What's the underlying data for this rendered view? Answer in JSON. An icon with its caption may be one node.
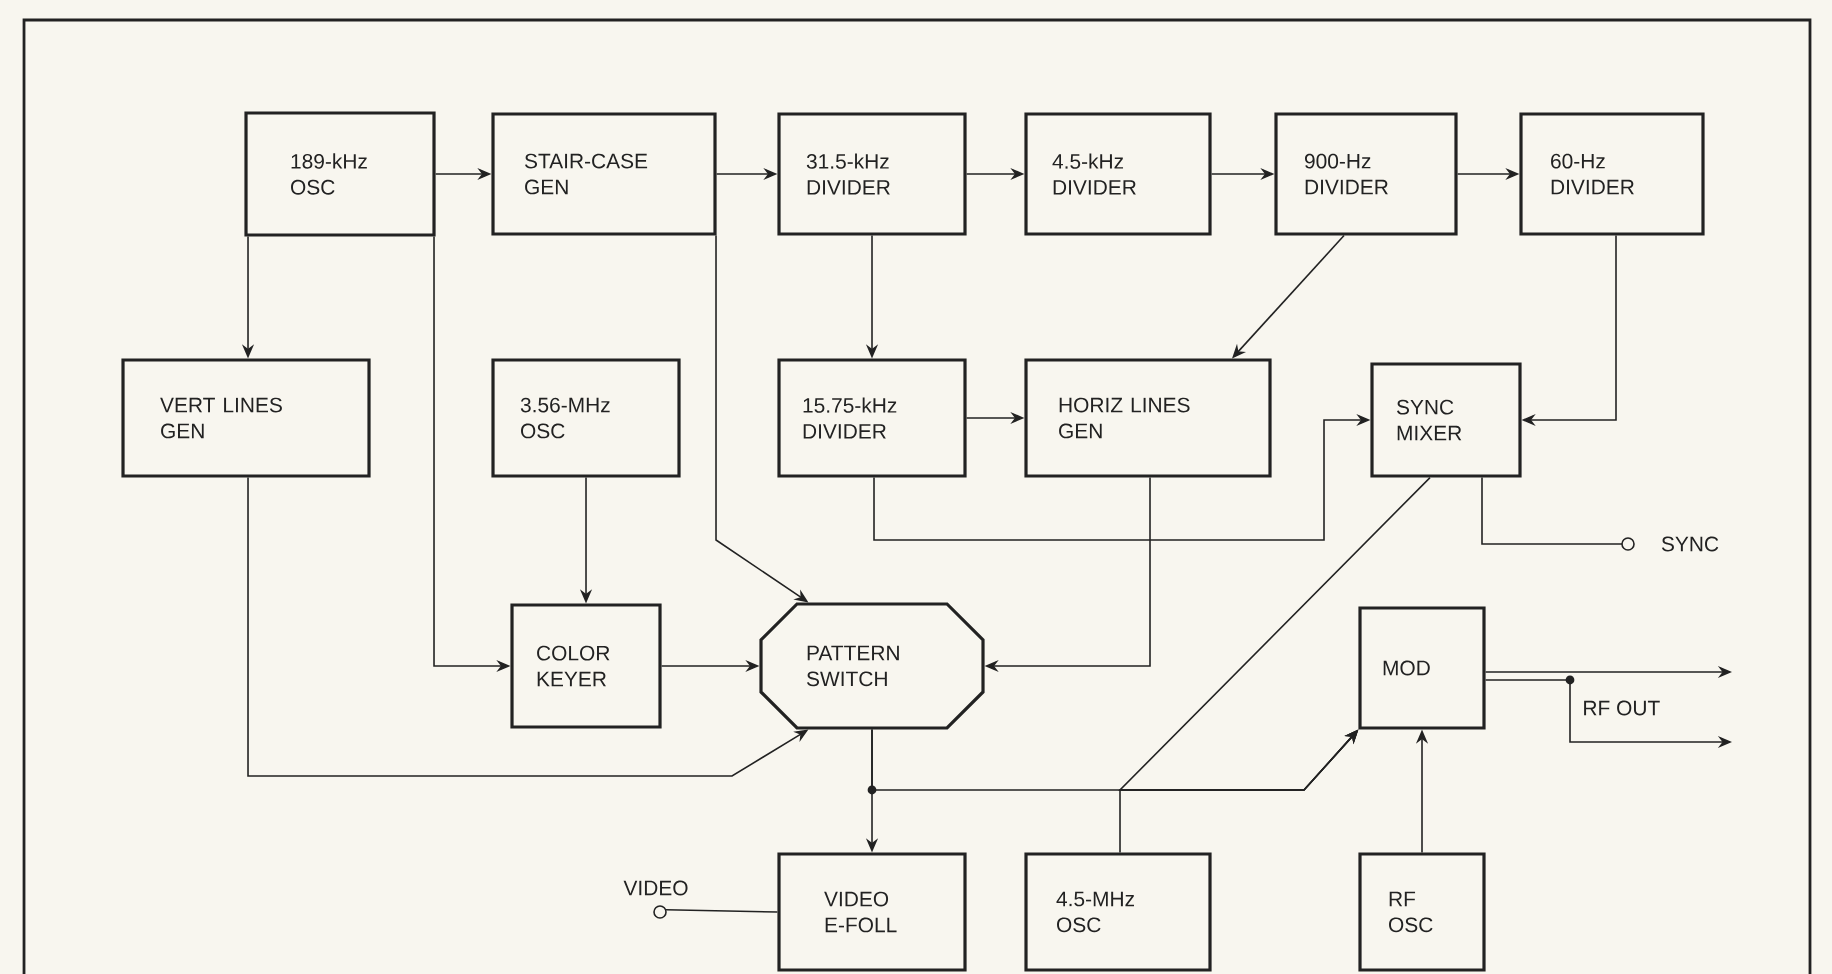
{
  "diagram": {
    "nodes": [
      {
        "text": [
          "189-kHz OSC"
        ]
      },
      {
        "text": [
          "STAIR-CASE GEN"
        ]
      },
      {
        "text": [
          "31.5-kHz DIVIDER"
        ]
      },
      {
        "text": [
          "4.5-kHz DIVIDER"
        ]
      },
      {
        "text": [
          "900-Hz DIVIDER"
        ]
      },
      {
        "text": [
          "60-Hz DIVIDER"
        ]
      },
      {
        "text": [
          "VERT LINES GEN"
        ]
      },
      {
        "text": [
          "3.56-MHz OSC"
        ]
      },
      {
        "text": [
          "15.75-kHz DIVIDER"
        ]
      },
      {
        "text": [
          "HORIZ LINES GEN"
        ]
      },
      {
        "text": [
          "SYNC MIXER"
        ]
      },
      {
        "text": [
          "COLOR KEYER"
        ]
      },
      {
        "text": [
          "PATTERN SWITCH"
        ]
      },
      {
        "text": [
          "MOD"
        ]
      },
      {
        "text": [
          "VIDEO E-FOLL"
        ]
      },
      {
        "text": [
          "4.5-MHz OSC"
        ]
      },
      {
        "text": [
          "RF OSC"
        ]
      },
      {
        "text": [
          "VIDEO"
        ]
      },
      {
        "text": [
          "SYNC"
        ]
      }
    ],
    "edges": [
      {
        "from": 0,
        "to": 1,
        "arrow": "to"
      },
      {
        "from": 1,
        "to": 2,
        "arrow": "to"
      },
      {
        "from": 2,
        "to": 3,
        "arrow": "to"
      },
      {
        "from": 3,
        "to": 4,
        "arrow": "to"
      },
      {
        "from": 4,
        "to": 5,
        "arrow": "to"
      },
      {
        "from": 0,
        "to": 6,
        "arrow": "to"
      },
      {
        "from": 2,
        "to": 8,
        "arrow": "to"
      },
      {
        "from": 4,
        "to": 9,
        "arrow": "to"
      },
      {
        "from": 8,
        "to": 9,
        "arrow": "to"
      },
      {
        "from": 5,
        "to": 10,
        "arrow": "to"
      },
      {
        "from": 0,
        "to": 11,
        "arrow": "to"
      },
      {
        "from": 7,
        "to": 11,
        "arrow": "to"
      },
      {
        "from": 1,
        "to": 12,
        "arrow": "to"
      },
      {
        "from": 11,
        "to": 12,
        "arrow": "to"
      },
      {
        "from": 6,
        "to": 12,
        "arrow": "to"
      },
      {
        "from": 9,
        "to": 12,
        "arrow": "to"
      },
      {
        "from": 8,
        "to": 10,
        "arrow": "to"
      },
      {
        "from": 10,
        "to": 18,
        "arrow": "none"
      },
      {
        "from": 10,
        "to": 13,
        "arrow": "to"
      },
      {
        "from": 12,
        "to": 14,
        "arrow": "to"
      },
      {
        "from": 12,
        "to": 13,
        "arrow": "to"
      },
      {
        "from": 15,
        "to": 13,
        "arrow": "to"
      },
      {
        "from": 16,
        "to": 13,
        "arrow": "to"
      },
      {
        "from": 17,
        "to": 14,
        "arrow": "none"
      },
      {
        "from": 13,
        "to": null,
        "arrow": "to"
      },
      {
        "from": 13,
        "to": null,
        "arrow": "to"
      }
    ],
    "labels": [
      "RF OUT"
    ]
  }
}
